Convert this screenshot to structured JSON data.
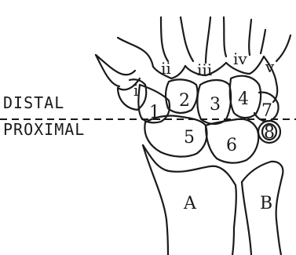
{
  "regions": {
    "distal": "DISTAL",
    "proximal": "PROXIMAL"
  },
  "metacarpals": [
    "i",
    "ii",
    "iii",
    "iv",
    "v"
  ],
  "carpals": [
    "1",
    "2",
    "3",
    "4",
    "5",
    "6",
    "7",
    "8"
  ],
  "forearm": [
    "A",
    "B"
  ]
}
